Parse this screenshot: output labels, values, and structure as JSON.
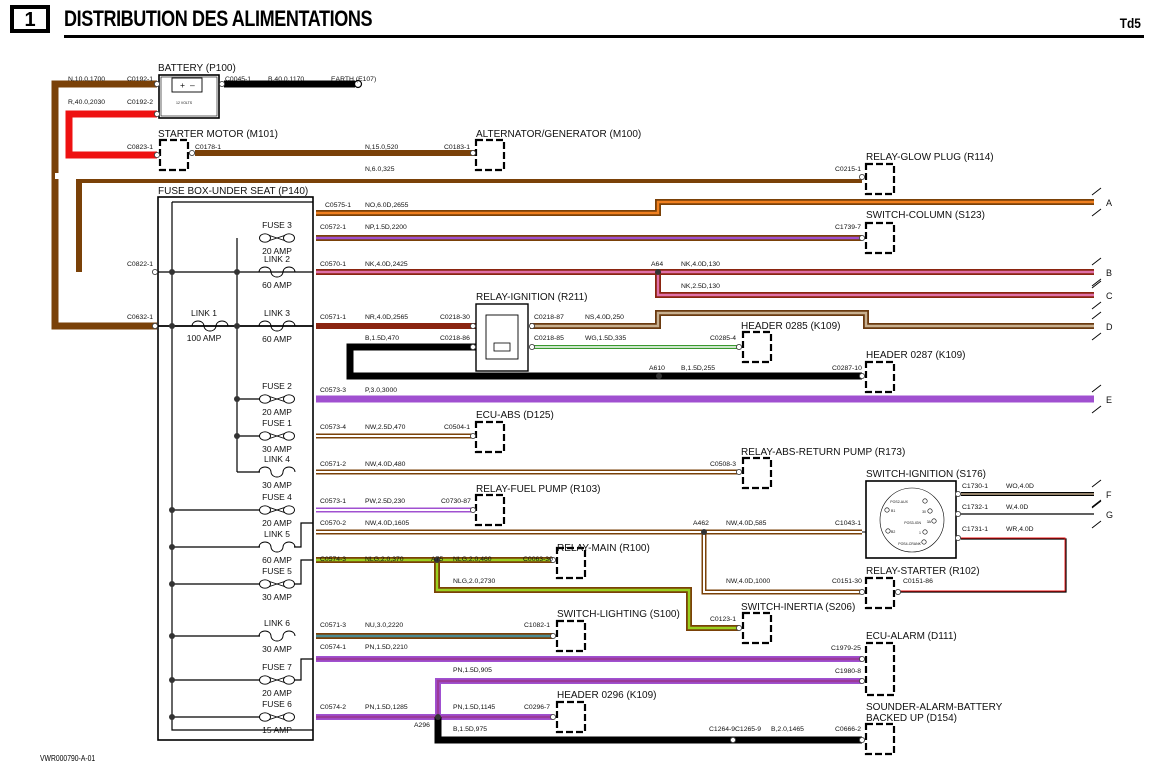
{
  "header": {
    "page_number": "1",
    "title": "DISTRIBUTION DES ALIMENTATIONS",
    "model": "Td5"
  },
  "footer": {
    "reference": "VWR000790-A-01"
  },
  "colors": {
    "brown": "#7a4108",
    "red": "#ee1111",
    "black": "#000000",
    "orange": "#f08020",
    "purple": "#a050d0",
    "pink": "#e070a8",
    "darkred": "#8a2410",
    "tan": "#c8b090",
    "green": "#3a9a30",
    "lime": "#9ad020",
    "teal": "#4a8a90",
    "magenta": "#9a3a9a",
    "white": "#ffffff"
  },
  "components": {
    "battery": "BATTERY (P100)",
    "battery_rating": "12 VOLTS",
    "starter_motor": "STARTER MOTOR (M101)",
    "alternator": "ALTERNATOR/GENERATOR (M100)",
    "relay_glow_plug": "RELAY-GLOW PLUG (R114)",
    "fuse_box": "FUSE BOX-UNDER SEAT (P140)",
    "switch_column": "SWITCH-COLUMN (S123)",
    "relay_ignition": "RELAY-IGNITION (R211)",
    "header_0285": "HEADER 0285 (K109)",
    "header_0287": "HEADER 0287 (K109)",
    "ecu_abs": "ECU-ABS (D125)",
    "relay_abs_pump": "RELAY-ABS-RETURN PUMP (R173)",
    "switch_ignition": "SWITCH-IGNITION (S176)",
    "relay_fuel_pump": "RELAY-FUEL PUMP (R103)",
    "relay_main": "RELAY-MAIN (R100)",
    "relay_starter": "RELAY-STARTER (R102)",
    "switch_inertia": "SWITCH-INERTIA (S206)",
    "switch_lighting": "SWITCH-LIGHTING (S100)",
    "ecu_alarm": "ECU-ALARM (D111)",
    "header_0296": "HEADER 0296 (K109)",
    "sounder_line1": "SOUNDER-ALARM-BATTERY",
    "sounder_line2": "BACKED UP (D154)",
    "earth": "EARTH (E107)"
  },
  "ignition_positions": {
    "aux": "POS2-AUX",
    "ign": "POS3-IGN",
    "crank": "POS4-CRANK",
    "p30": "30",
    "p3a": "3A",
    "p1": "1",
    "b1": "B1",
    "b2": "B2"
  },
  "fuses": [
    {
      "name": "FUSE 3",
      "rating": "20 AMP"
    },
    {
      "name": "LINK 2",
      "rating": "60 AMP"
    },
    {
      "name": "LINK 1",
      "rating": "100 AMP"
    },
    {
      "name": "LINK 3",
      "rating": "60 AMP"
    },
    {
      "name": "FUSE 2",
      "rating": "20 AMP"
    },
    {
      "name": "FUSE 1",
      "rating": "30 AMP"
    },
    {
      "name": "LINK 4",
      "rating": "30 AMP"
    },
    {
      "name": "FUSE 4",
      "rating": "20 AMP"
    },
    {
      "name": "LINK 5",
      "rating": "60 AMP"
    },
    {
      "name": "FUSE 5",
      "rating": "30 AMP"
    },
    {
      "name": "LINK 6",
      "rating": "30 AMP"
    },
    {
      "name": "FUSE 7",
      "rating": "20 AMP"
    },
    {
      "name": "FUSE 6",
      "rating": "15 AMP"
    }
  ],
  "connectors": {
    "c0192_1": "C0192-1",
    "c0192_2": "C0192-2",
    "c0045_1": "C0045-1",
    "c0823_1": "C0823-1",
    "c0178_1": "C0178-1",
    "c0183_1": "C0183-1",
    "c0215_1": "C0215-1",
    "c0575_1": "C0575-1",
    "c0572_1": "C0572-1",
    "c1739_7": "C1739-7",
    "c0822_1": "C0822-1",
    "c0570_1": "C0570-1",
    "c0632_1": "C0632-1",
    "c0571_1": "C0571-1",
    "c0218_30": "C0218-30",
    "c0218_87": "C0218-87",
    "c0218_86": "C0218-86",
    "c0218_85": "C0218-85",
    "c0285_4": "C0285-4",
    "c0287_10": "C0287-10",
    "c0573_3": "C0573-3",
    "c0573_4": "C0573-4",
    "c0504_1": "C0504-1",
    "c0571_2": "C0571-2",
    "c0508_3": "C0508-3",
    "c0573_1": "C0573-1",
    "c0730_87": "C0730-87",
    "c0570_2": "C0570-2",
    "c1043_1": "C1043-1",
    "c1730_1": "C1730-1",
    "c1732_1": "C1732-1",
    "c1731_1": "C1731-1",
    "c0574_3": "C0574-3",
    "c0063_30": "C0063-30",
    "c0151_30": "C0151-30",
    "c0151_86": "C0151-86",
    "c0123_1": "C0123-1",
    "c0571_3": "C0571-3",
    "c1082_1": "C1082-1",
    "c0574_1": "C0574-1",
    "c1979_25": "C1979-25",
    "c1980_8": "C1980-8",
    "c0574_2": "C0574-2",
    "c0296_7": "C0296-7",
    "c1264_9": "C1264-9",
    "c1265_9": "C1265-9",
    "c0666_2": "C0666-2"
  },
  "wires": {
    "w_n_10_1700": "N,10.0,1700",
    "w_r_40_2030": "R,40.0,2030",
    "w_b_40_1170": "B,40.0,1170",
    "w_n_15_520": "N,15.0,520",
    "w_n_6_325": "N,6.0,325",
    "w_no_6_2655": "NO,6.0D,2655",
    "w_np_15_2200": "NP,1.5D,2200",
    "w_nk_4_2425": "NK,4.0D,2425",
    "w_nk_4_130": "NK,4.0D,130",
    "w_nk_25_130": "NK,2.5D,130",
    "w_nr_4_2565": "NR,4.0D,2565",
    "w_ns_4_250": "NS,4.0D,250",
    "w_b_15_470": "B,1.5D,470",
    "w_wg_15_335": "WG,1.5D,335",
    "w_b_15_255": "B,1.5D,255",
    "w_p_3_3000": "P,3.0,3000",
    "w_nw_25_470": "NW,2.5D,470",
    "w_nw_4_480": "NW,4.0D,480",
    "w_pw_25_230": "PW,2.5D,230",
    "w_nw_4_1605": "NW,4.0D,1605",
    "w_nw_4_585": "NW,4.0D,585",
    "w_nw_4_1000": "NW,4.0D,1000",
    "w_wo_4": "WO,4.0D",
    "w_w_4": "W,4.0D",
    "w_wr_4": "WR,4.0D",
    "w_nlg_2_370": "NLG,2.0,370",
    "w_nlg_2_460": "NLG,2.0,460",
    "w_nlg_2_2730": "NLG,2.0,2730",
    "w_nu_3_2220": "NU,3.0,2220",
    "w_pn_15_2210": "PN,1.5D,2210",
    "w_pn_15_905": "PN,1.5D,905",
    "w_pn_15_1285": "PN,1.5D,1285",
    "w_pn_15_1145": "PN,1.5D,1145",
    "w_b_15_975": "B,1.5D,975",
    "w_b_2_1465": "B,2.0,1465"
  },
  "splices": {
    "a64": "A64",
    "a610": "A610",
    "a462": "A462",
    "a75": "A75",
    "a296": "A296"
  },
  "continuation_markers": [
    "A",
    "B",
    "C",
    "D",
    "E",
    "F",
    "G"
  ]
}
